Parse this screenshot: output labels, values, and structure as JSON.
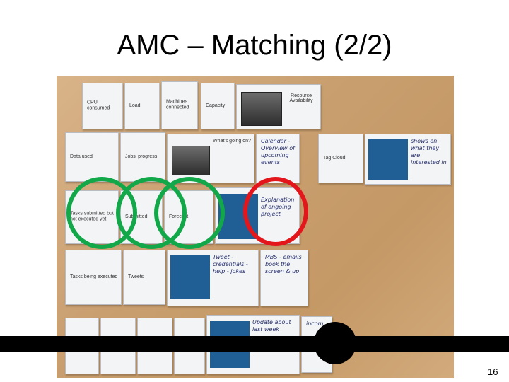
{
  "slide": {
    "title": "AMC – Matching (2/2)",
    "page_number": "16"
  },
  "cards": {
    "cpu": "CPU consumed",
    "load": "Load",
    "machines": "Machines connected",
    "capacity": "Capacity",
    "resource_title": "Resource Availability",
    "data_used": "Data used",
    "jobs_progress": "Jobs' progress",
    "whats_going_on": "What's going on?",
    "calendar": "Calendar - Overview of upcoming events",
    "tag_cloud": "Tag Cloud",
    "interest": "shows on what they are interested in",
    "tasks_submitted": "Tasks submitted but not executed yet",
    "submitted": "Submitted",
    "forecast": "Forecast",
    "explanation": "Explanation of ongoing project",
    "tasks_executed": "Tasks being executed",
    "tweets": "Tweets",
    "tweet_list": "Tweet - credentials - help - jokes",
    "mbs": "MBS - emails book the screen & up",
    "update": "Update about last week",
    "incomplete": "incom..."
  },
  "colors": {
    "green_circle": "#12a84a",
    "red_circle": "#e3161c",
    "blue_card": "#1f5f96"
  }
}
